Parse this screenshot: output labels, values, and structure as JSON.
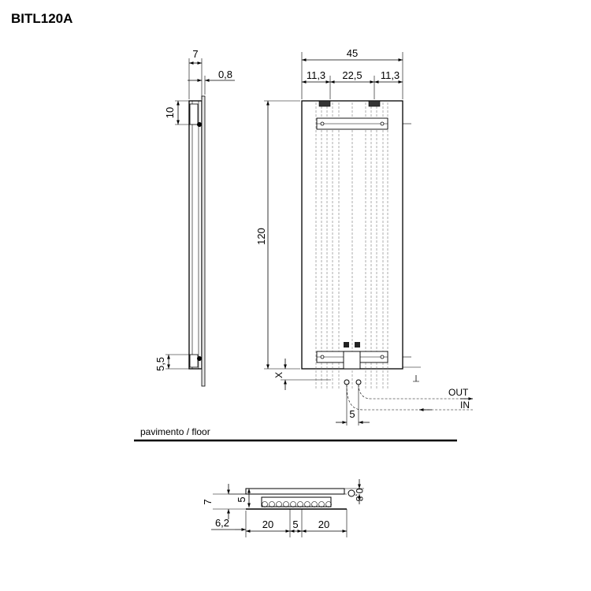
{
  "title": "BITL120A",
  "side_view": {
    "depth": "7",
    "offset": "0,8",
    "top_bracket": "10",
    "bottom_bracket": "5,5"
  },
  "front_view": {
    "width": "45",
    "left_segment": "11,3",
    "middle_segment": "22,5",
    "right_segment": "11,3",
    "height": "120",
    "x_label": "X",
    "pipe_spacing": "5",
    "out_label": "OUT",
    "in_label": "IN"
  },
  "floor_label": "pavimento / floor",
  "top_view": {
    "depth": "7",
    "inner_depth": "5",
    "offset": "0,8",
    "side_offset": "6,2",
    "seg_left": "20",
    "seg_mid": "5",
    "seg_right": "20"
  },
  "colors": {
    "line": "#000000",
    "hidden": "#777777",
    "background": "#ffffff"
  }
}
